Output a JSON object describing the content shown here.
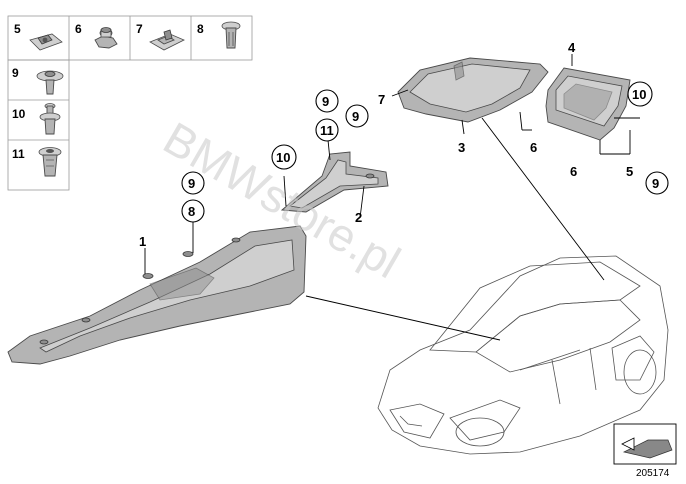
{
  "grid": {
    "cells": [
      {
        "label": "5"
      },
      {
        "label": "6"
      },
      {
        "label": "7"
      },
      {
        "label": "8"
      },
      {
        "label": "9"
      },
      {
        "label": "10"
      },
      {
        "label": "11"
      }
    ]
  },
  "callouts": {
    "c1": "1",
    "c2": "2",
    "c3": "3",
    "c4": "4",
    "c5": "5",
    "c6a": "6",
    "c6b": "6",
    "c7": "7",
    "c8": "8",
    "c9a": "9",
    "c9b": "9",
    "c9c": "9",
    "c9d": "9",
    "c10a": "10",
    "c10b": "10",
    "c11": "11"
  },
  "watermark": "BMWstore.pl",
  "reference_number": "205174"
}
